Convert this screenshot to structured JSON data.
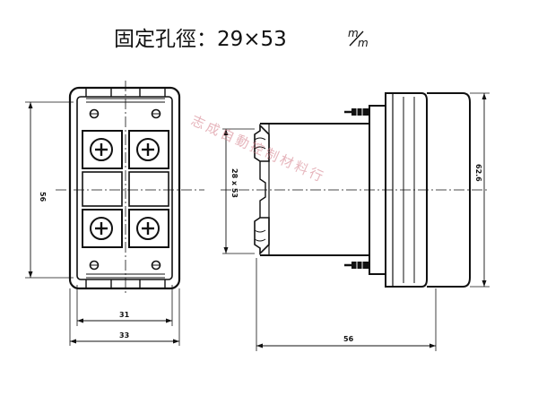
{
  "title": {
    "text": "固定孔徑：29×53",
    "unit_top": "m",
    "unit_bottom": "m"
  },
  "dimensions": {
    "front_inner_width": "31",
    "front_outer_width": "33",
    "front_height": "56",
    "mount_hole": "28 x 53",
    "side_depth": "56",
    "side_height": "62.6"
  },
  "watermark": "志成自動控制材料行"
}
